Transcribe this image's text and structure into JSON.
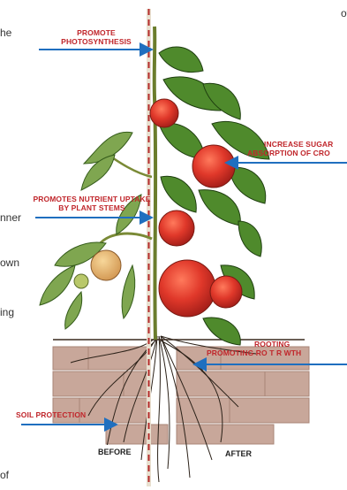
{
  "labels": {
    "photosynthesis_line1": "PROMOTE",
    "photosynthesis_line2": "PHOTOSYNTHESIS",
    "sugar_line1": "INCREASE SUGAR",
    "sugar_line2": "ABSORPTION OF CRO",
    "nutrient_line1": "PROMOTES NUTRIENT UPTAKE",
    "nutrient_line2": "BY PLANT STEMS",
    "rooting_line1": "ROOTING",
    "rooting_line2": "PROMOTING RO  T  R  WTH",
    "soil": "SOIL PROTECTION"
  },
  "captions": {
    "before": "BEFORE",
    "after": "AFTER"
  },
  "edge_text": [
    "of",
    "he",
    "nner",
    "own",
    "ing",
    "of"
  ],
  "colors": {
    "label_red": "#c0262b",
    "arrow_blue": "#1f6fbf",
    "brick": "#c8a79a",
    "tomato": "#e0382a",
    "leaf": "#4f8a2c"
  }
}
